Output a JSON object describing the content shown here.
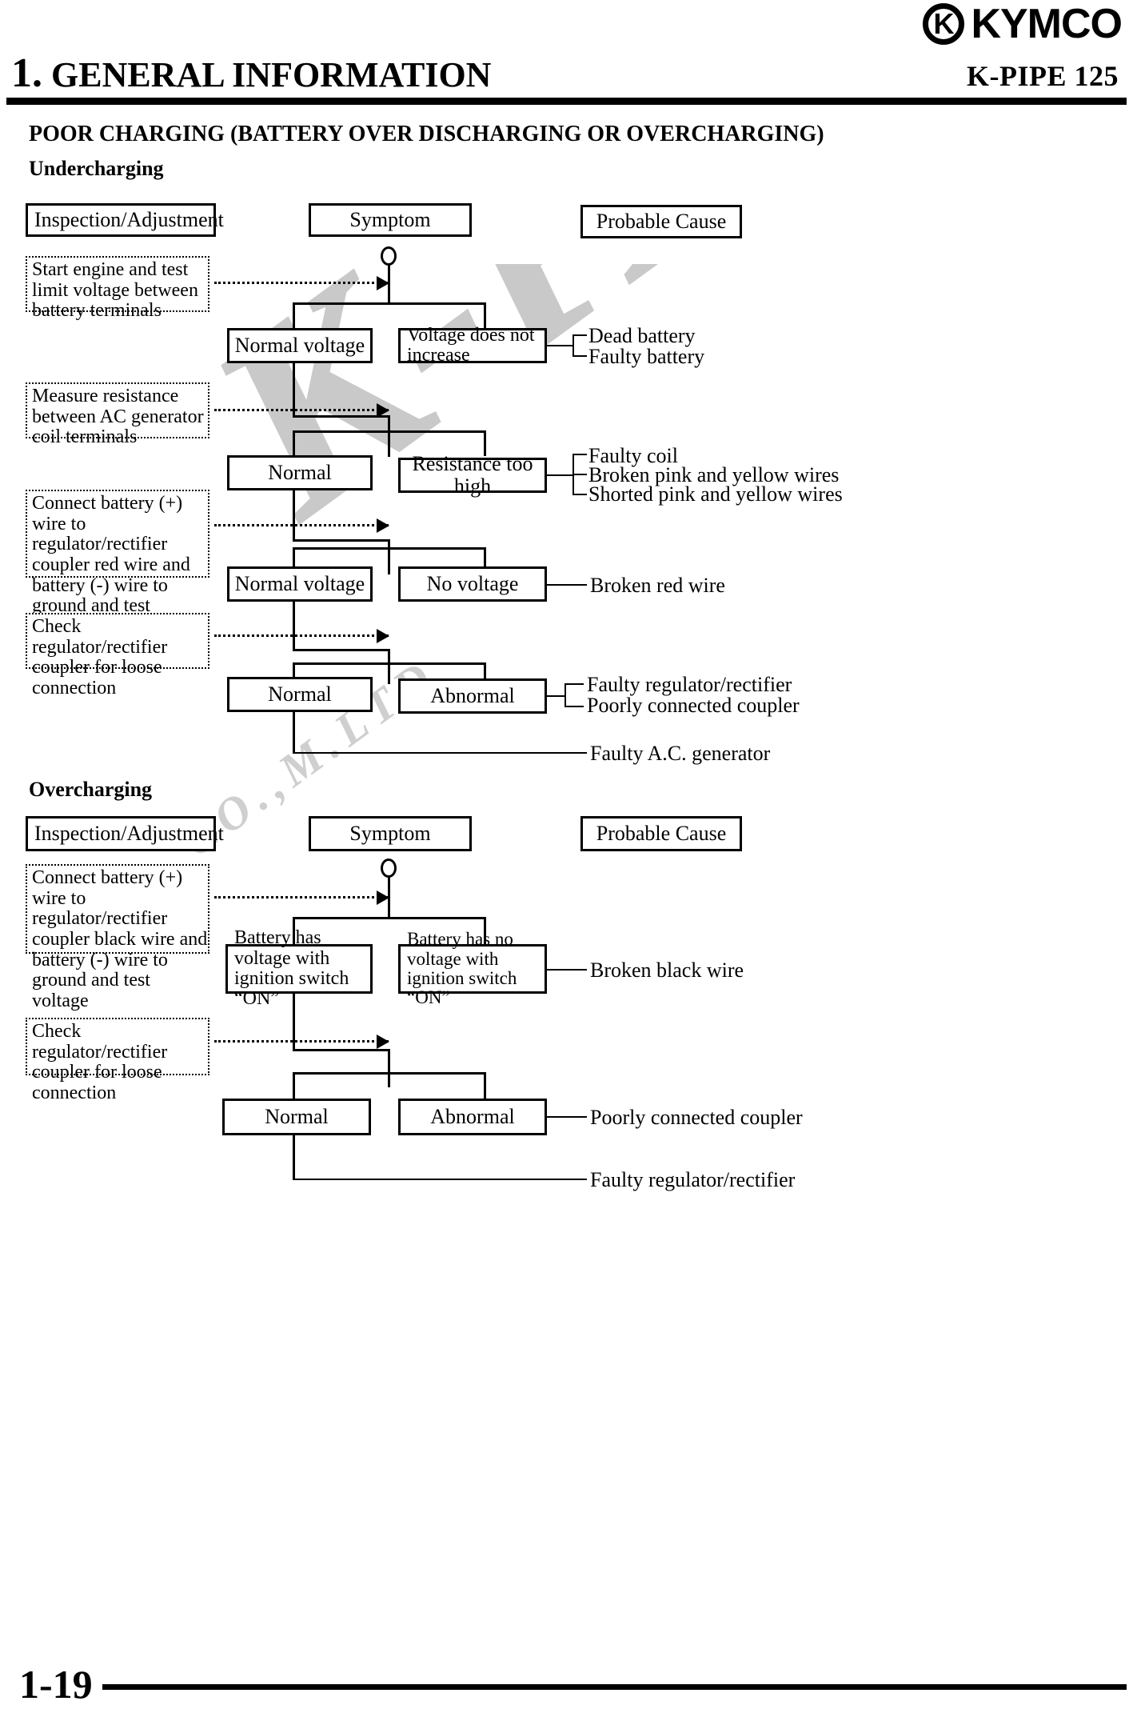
{
  "header": {
    "brand": "KYMCO",
    "brand_mark": "kymco-logo-icon",
    "chapter_number": "1.",
    "chapter_title": "GENERAL INFORMATION",
    "model": "K-PIPE  125"
  },
  "footer": {
    "page_number": "1-19"
  },
  "watermark": {
    "main": "K-PARTS",
    "sub": "CO.,M.LTD"
  },
  "doc_title": "POOR CHARGING (BATTERY OVER DISCHARGING OR OVERCHARGING)",
  "sections": [
    {
      "name": "Undercharging",
      "columns": {
        "inspection": "Inspection/Adjustment",
        "symptom": "Symptom",
        "cause": "Probable Cause"
      },
      "steps": [
        "Start engine and test limit voltage between battery terminals",
        "Measure resistance between AC generator coil terminals",
        "Connect battery (+) wire to regulator/rectifier coupler red wire and battery (-) wire to ground and test voltage",
        "Check regulator/rectifier coupler for loose connection"
      ],
      "branches": [
        {
          "normal": "Normal voltage",
          "abnormal": "Voltage does not increase",
          "causes": [
            "Dead battery",
            "Faulty battery"
          ]
        },
        {
          "normal": "Normal",
          "abnormal": "Resistance too high",
          "causes": [
            "Faulty coil",
            "Broken pink and yellow wires",
            "Shorted pink and yellow wires"
          ]
        },
        {
          "normal": "Normal voltage",
          "abnormal": "No voltage",
          "causes": [
            "Broken red wire"
          ]
        },
        {
          "normal": "Normal",
          "abnormal": "Abnormal",
          "causes": [
            "Faulty regulator/rectifier",
            "Poorly connected coupler"
          ]
        }
      ],
      "final_cause": "Faulty A.C. generator"
    },
    {
      "name": "Overcharging",
      "columns": {
        "inspection": "Inspection/Adjustment",
        "symptom": "Symptom",
        "cause": "Probable Cause"
      },
      "steps": [
        "Connect battery (+) wire to regulator/rectifier coupler black wire and battery (-) wire to ground and test voltage",
        "Check regulator/rectifier coupler for loose connection"
      ],
      "branches": [
        {
          "normal": "Battery has voltage with ignition switch “ON”",
          "abnormal": "Battery has no voltage with ignition switch “ON”",
          "causes": [
            "Broken black wire"
          ]
        },
        {
          "normal": "Normal",
          "abnormal": "Abnormal",
          "causes": [
            "Poorly connected coupler"
          ]
        }
      ],
      "final_cause": "Faulty regulator/rectifier"
    }
  ]
}
